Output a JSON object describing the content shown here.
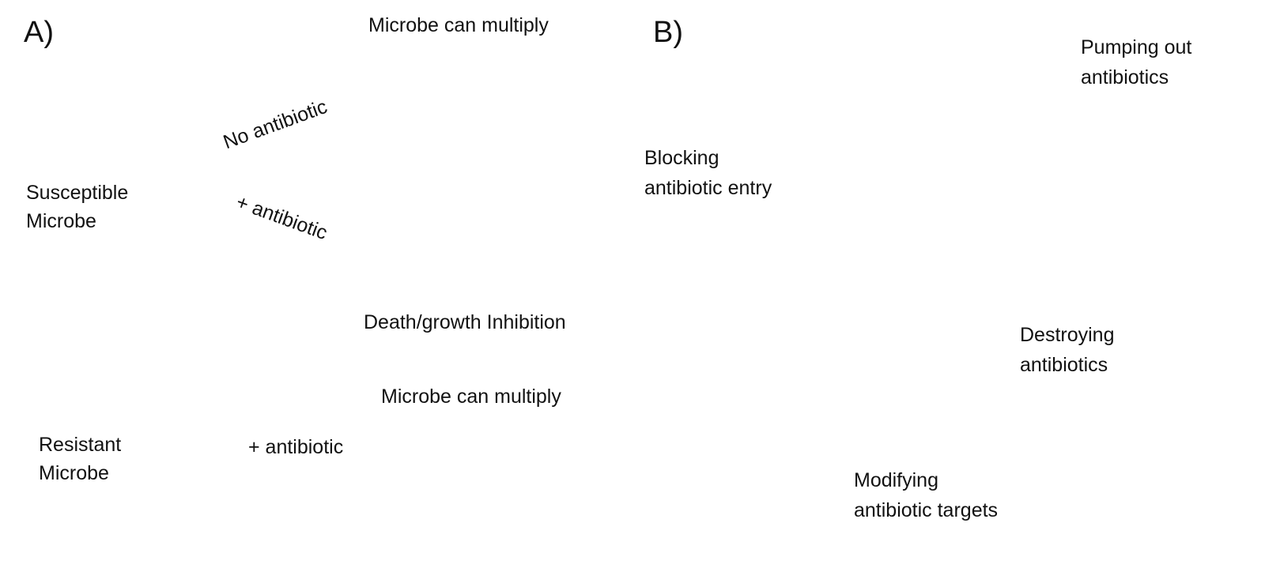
{
  "figure": {
    "panel_a": {
      "letter": "A)",
      "susceptible": {
        "label_line1": "Susceptible",
        "label_line2": "Microbe",
        "branch_no_antibiotic": "No antibiotic",
        "branch_plus_antibiotic": "+ antibiotic",
        "outcome_multiply": "Microbe can multiply",
        "outcome_death": "Death/growth Inhibition"
      },
      "resistant": {
        "label_line1": "Resistant",
        "label_line2": "Microbe",
        "branch_plus_antibiotic": "+ antibiotic",
        "outcome_multiply": "Microbe can multiply"
      }
    },
    "panel_b": {
      "letter": "B)",
      "mechanisms": [
        {
          "line1": "Blocking",
          "line2": "antibiotic entry"
        },
        {
          "line1": "Pumping out",
          "line2": "antibiotics"
        },
        {
          "line1": "Destroying",
          "line2": "antibiotics"
        },
        {
          "line1": "Modifying",
          "line2": "antibiotic targets"
        }
      ]
    },
    "colors": {
      "cell_wall": "#bf9a6c",
      "cell_wall_line": "#6b4e32",
      "cytoplasm": "#ede0b4",
      "microbe_body": "#eee0b0",
      "microbe_outline": "#b89468",
      "microbe_squiggle": "#d3be6a",
      "antibiotic": "#e8336b",
      "target_protein": "#4f7f6c",
      "arrow": "#222222"
    }
  }
}
